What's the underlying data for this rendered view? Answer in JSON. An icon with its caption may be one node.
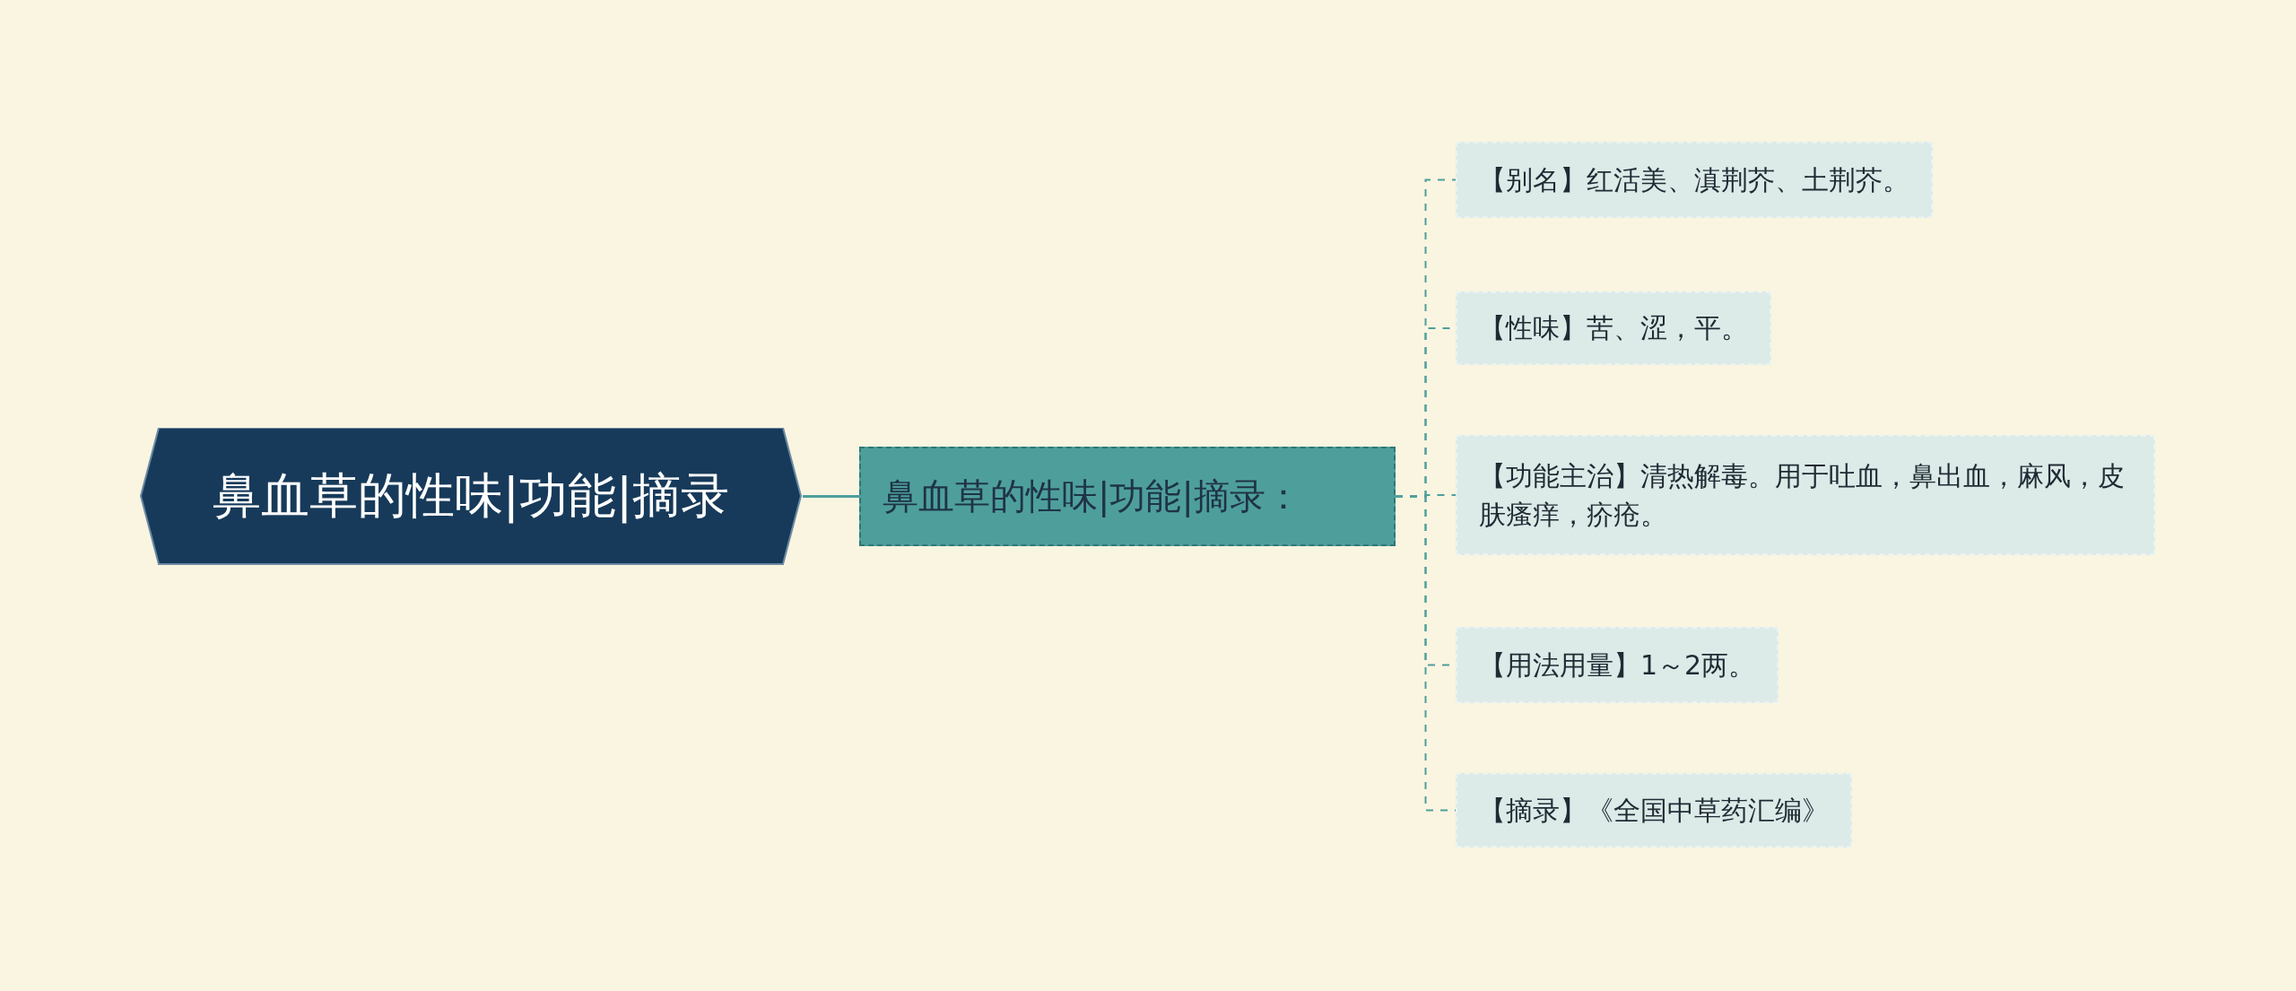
{
  "diagram": {
    "nodes": [
      {
        "text": [
          "鼻血草的性味|功能|摘录"
        ]
      },
      {
        "text": [
          "鼻血草的性味|功能|摘录："
        ]
      },
      {
        "text": [
          "【别名】红活美、滇荆芥、土荆芥。"
        ]
      },
      {
        "text": [
          "【性味】苦、涩，平。"
        ]
      },
      {
        "text": [
          "【功能主治】清热解毒。用于吐血，鼻出血，麻风，皮肤瘙痒，疥疮。"
        ]
      },
      {
        "text": [
          "【用法用量】1～2两。"
        ]
      },
      {
        "text": [
          "【摘录】《全国中草药汇编》"
        ]
      }
    ],
    "edges": [
      {
        "from": 0,
        "to": 1,
        "arrow": "none"
      },
      {
        "from": 1,
        "to": 2,
        "arrow": "none",
        "style": "dashed"
      },
      {
        "from": 1,
        "to": 3,
        "arrow": "none",
        "style": "dashed"
      },
      {
        "from": 1,
        "to": 4,
        "arrow": "none",
        "style": "dashed"
      },
      {
        "from": 1,
        "to": 5,
        "arrow": "none",
        "style": "dashed"
      },
      {
        "from": 1,
        "to": 6,
        "arrow": "none",
        "style": "dashed"
      }
    ]
  }
}
